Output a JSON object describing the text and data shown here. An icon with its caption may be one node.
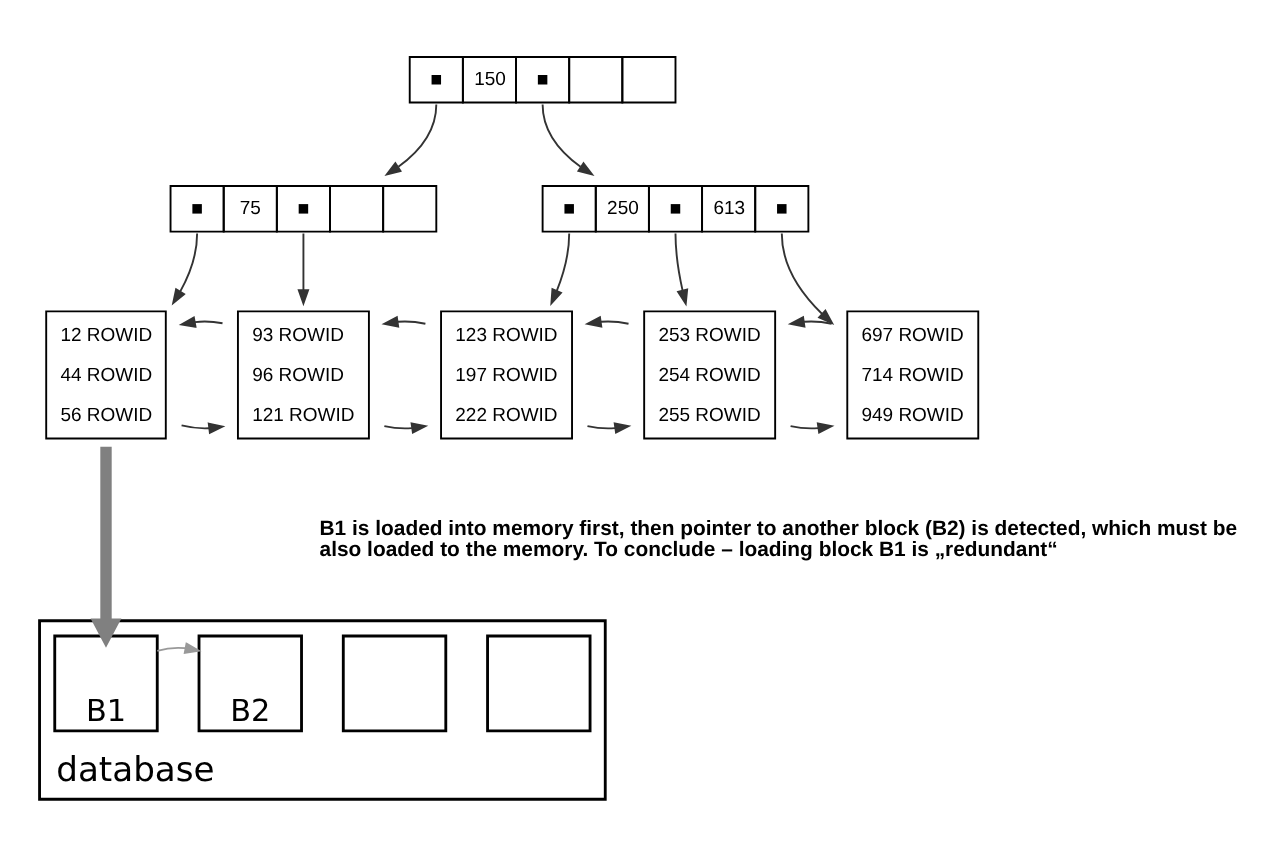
{
  "diagram": {
    "nodes": [
      {
        "text": [
          "150"
        ]
      },
      {
        "text": [
          "75"
        ]
      },
      {
        "text": [
          "250",
          "613"
        ]
      },
      {
        "text": [
          "12 ROWID",
          "44 ROWID",
          "56 ROWID"
        ]
      },
      {
        "text": [
          "93 ROWID",
          "96 ROWID",
          "121 ROWID"
        ]
      },
      {
        "text": [
          "123 ROWID",
          "197 ROWID",
          "222 ROWID"
        ]
      },
      {
        "text": [
          "253 ROWID",
          "254 ROWID",
          "255 ROWID"
        ]
      },
      {
        "text": [
          "697 ROWID",
          "714 ROWID",
          "949 ROWID"
        ]
      },
      {
        "text": [
          "database"
        ]
      },
      {
        "text": [
          "B1"
        ],
        "in": 8
      },
      {
        "text": [
          "B2"
        ],
        "in": 8
      },
      {
        "text": [],
        "shape": "box",
        "in": 8
      },
      {
        "text": [],
        "shape": "box",
        "in": 8
      }
    ],
    "edges": [
      {
        "from": 0,
        "to": 1,
        "arrow": "to"
      },
      {
        "from": 0,
        "to": 2,
        "arrow": "to"
      },
      {
        "from": 1,
        "to": 3,
        "arrow": "to"
      },
      {
        "from": 1,
        "to": 4,
        "arrow": "to"
      },
      {
        "from": 2,
        "to": 5,
        "arrow": "to"
      },
      {
        "from": 2,
        "to": 6,
        "arrow": "to"
      },
      {
        "from": 2,
        "to": 7,
        "arrow": "to"
      },
      {
        "from": 3,
        "to": 4,
        "arrow": "to"
      },
      {
        "from": 4,
        "to": 3,
        "arrow": "to"
      },
      {
        "from": 4,
        "to": 5,
        "arrow": "to"
      },
      {
        "from": 5,
        "to": 4,
        "arrow": "to"
      },
      {
        "from": 5,
        "to": 6,
        "arrow": "to"
      },
      {
        "from": 6,
        "to": 5,
        "arrow": "to"
      },
      {
        "from": 6,
        "to": 7,
        "arrow": "to"
      },
      {
        "from": 7,
        "to": 6,
        "arrow": "to"
      },
      {
        "from": 3,
        "to": 9,
        "arrow": "to",
        "style": "thick",
        "color": "#808080"
      },
      {
        "from": 9,
        "to": 10,
        "arrow": "to",
        "color": "#999999"
      }
    ],
    "labels": [
      "B1 is loaded into memory first, then pointer to another block (B2) is detected, which must be also loaded to the memory. To conclude – loading block B1 is „redundant“"
    ]
  }
}
